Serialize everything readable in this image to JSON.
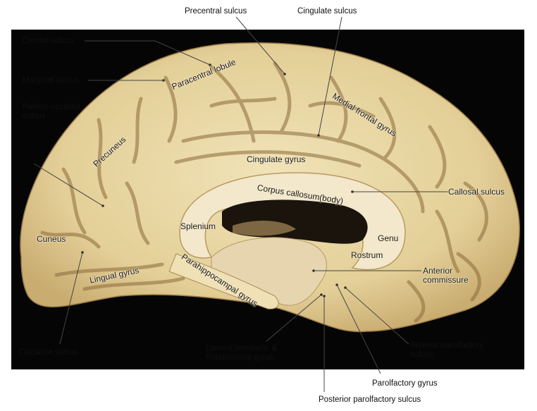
{
  "labels": {
    "precentral_sulcus": "Precentral sulcus",
    "cingulate_sulcus": "Cingulate sulcus",
    "central_sulcus": "Central sulcus",
    "marginal_sulcus": "Marginal sulcus",
    "parieto_occipital_sulcus": "Parieto-occipital sulcus",
    "paracentral_lobule": "Paracentral lobule",
    "medial_frontal_gyrus": "Medial frontal gyrus",
    "precuneus": "Precuneus",
    "cingulate_gyrus": "Cingulate gyrus",
    "corpus_callosum_body": "Corpus callosum(body)",
    "callosal_sulcus": "Callosal sulcus",
    "splenium": "Splenium",
    "genu": "Genu",
    "cuneus": "Cuneus",
    "rostrum": "Rostrum",
    "lingual_gyrus": "Lingual gyrus",
    "parahippocampal_gyrus": "Parahippocampal gyrus",
    "anterior_commissure": "Anterior commissure",
    "calcarine_sulcus": "Calcarine sulcus",
    "lamina_terminalis": "Lamina terminalis & Paraterminal gyrus",
    "anterior_parolfactory_sulcus": "Anterior parolfactory sulcus",
    "parolfactory_gyrus": "Parolfactory gyrus",
    "posterior_parolfactory_sulcus": "Posterior parolfactory sulcus"
  },
  "colors": {
    "background": "#050505",
    "brain_tissue": "#e9d9a8",
    "sulcus_shadow": "#8a6a3a",
    "corpus_callosum": "#f2e6cc",
    "leader_line": "#444444"
  }
}
